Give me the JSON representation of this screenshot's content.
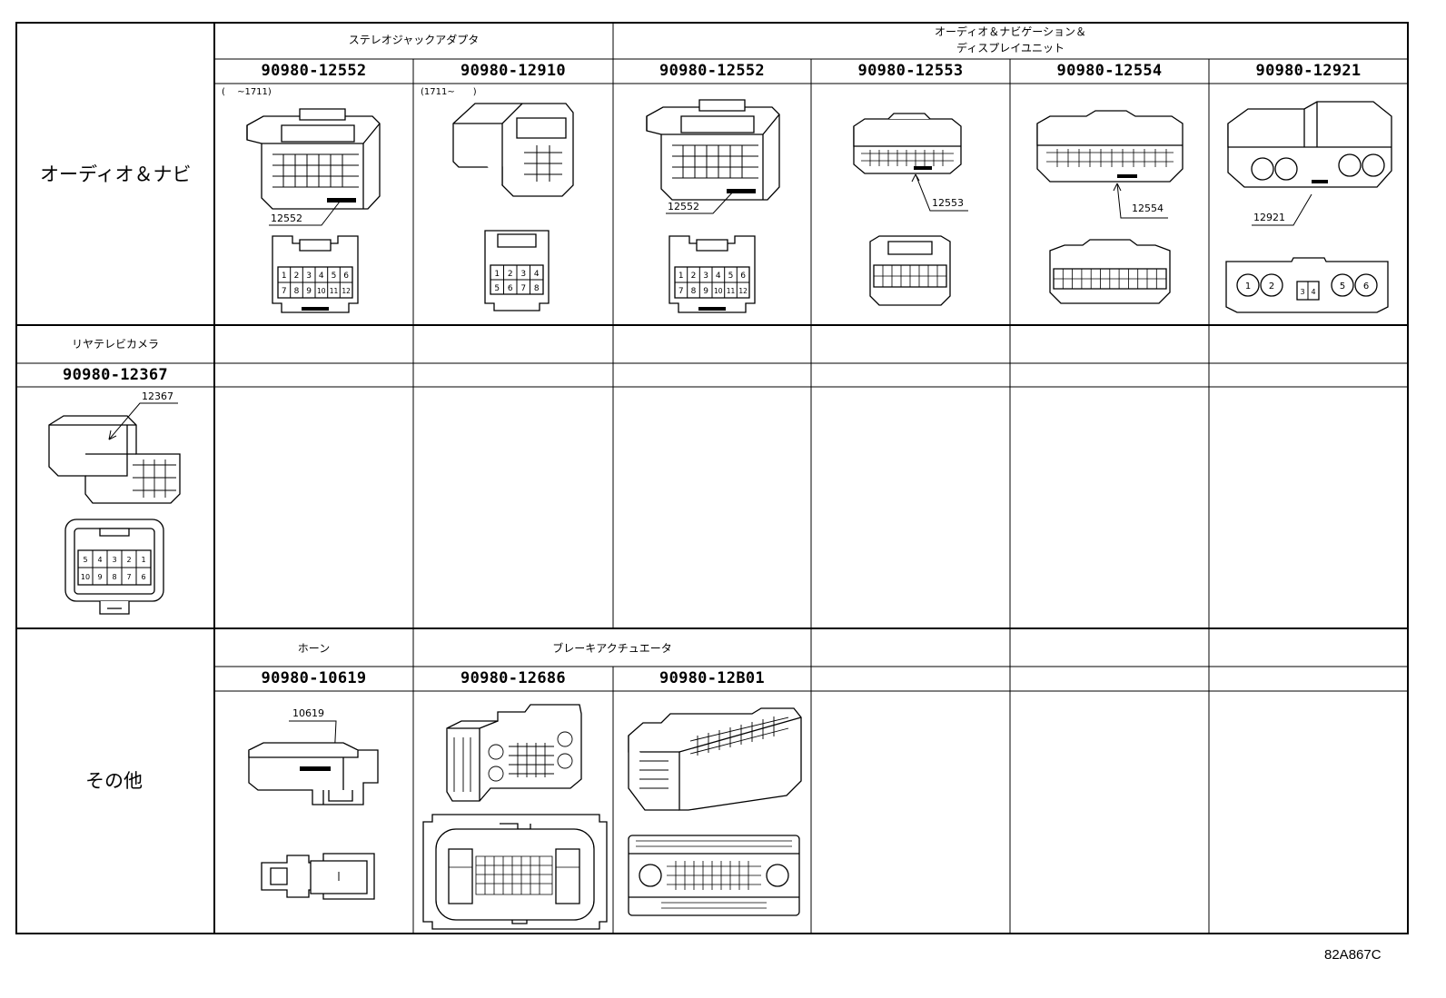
{
  "categories": {
    "audio_navi": "オーディオ＆ナビ",
    "other": "その他"
  },
  "audio": {
    "sections": {
      "stereo_jack_adapter": "ステレオジャックアダプタ",
      "audio_navi_display_line1": "オーディオ＆ナビゲーション＆",
      "audio_navi_display_line2": "ディスプレイユニット"
    },
    "parts": [
      {
        "part_number": "90980-12552",
        "note": "(　 ~1711)",
        "label": "12552",
        "pins_top": [
          "1",
          "2",
          "3",
          "4",
          "5",
          "6"
        ],
        "pins_bottom": [
          "7",
          "8",
          "9",
          "10",
          "11",
          "12"
        ]
      },
      {
        "part_number": "90980-12910",
        "note": "(1711~　　)",
        "pins_top": [
          "1",
          "2",
          "3",
          "4"
        ],
        "pins_bottom": [
          "5",
          "6",
          "7",
          "8"
        ]
      },
      {
        "part_number": "90980-12552",
        "label": "12552",
        "pins_top": [
          "1",
          "2",
          "3",
          "4",
          "5",
          "6"
        ],
        "pins_bottom": [
          "7",
          "8",
          "9",
          "10",
          "11",
          "12"
        ]
      },
      {
        "part_number": "90980-12553",
        "label": "12553"
      },
      {
        "part_number": "90980-12554",
        "label": "12554"
      },
      {
        "part_number": "90980-12921",
        "label": "12921",
        "pins": [
          "1",
          "2",
          "3",
          "4",
          "5",
          "6"
        ]
      }
    ]
  },
  "camera": {
    "section": "リヤテレビカメラ",
    "part_number": "90980-12367",
    "label": "12367",
    "pins_top": [
      "5",
      "4",
      "3",
      "2",
      "1"
    ],
    "pins_bottom": [
      "10",
      "9",
      "8",
      "7",
      "6"
    ]
  },
  "other": {
    "sections": {
      "horn": "ホーン",
      "brake_actuator": "ブレーキアクチュエータ"
    },
    "parts": [
      {
        "part_number": "90980-10619",
        "label": "10619"
      },
      {
        "part_number": "90980-12686"
      },
      {
        "part_number": "90980-12B01"
      }
    ]
  },
  "figure_code": "82A867C",
  "colors": {
    "line": "#000000",
    "background": "#ffffff"
  }
}
